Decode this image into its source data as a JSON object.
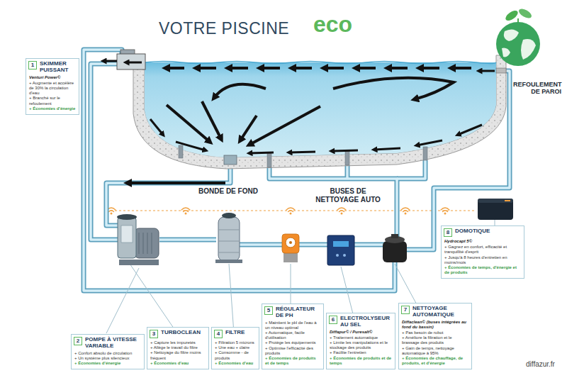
{
  "diagram": {
    "title": "VOTRE PISCINE",
    "nodes": [
      {
        "text": [
          "SKIMMER PUISSANT",
          "Venturi Power©",
          "+ Augmente et accélère de 30% la circulation d'eau",
          "+ Branché sur le refoulement",
          "+ Économies d'énergie"
        ]
      },
      {
        "text": [
          "1"
        ],
        "in": 0
      },
      {
        "text": [
          "DOMOTIQUE",
          "Hydrocapt 5©",
          "+ Gagnez en confort, efficacité et tranquillité d'esprit",
          "+ Jusqu'à 8 heures d'entretien en moins/mois",
          "+ Économies de temps, d'énergie et de produits"
        ]
      },
      {
        "text": [
          "8"
        ],
        "in": 2
      },
      {
        "text": [
          "POMPE À VITESSE VARIABLE",
          "+ Confort absolu de circulation",
          "+ Un système plus silencieux",
          "+ Économies d'énergie"
        ]
      },
      {
        "text": [
          "2"
        ],
        "in": 4
      },
      {
        "text": [
          "TURBOCLEAN",
          "+ Capture les impuretés",
          "+ Allège le travail du filtre",
          "+ Nettoyage du filtre moins fréquent",
          "+ Économies d'eau"
        ]
      },
      {
        "text": [
          "3"
        ],
        "in": 6
      },
      {
        "text": [
          "FILTRE",
          "+ Filtration 5 microns",
          "+ Une eau + claire",
          "+ Consomme - de produits",
          "+ Économies d'eau"
        ]
      },
      {
        "text": [
          "4"
        ],
        "in": 8
      },
      {
        "text": [
          "RÉGULATEUR DE PH",
          "+ Maintient le pH de l'eau à un niveau optimal",
          "+ Automatique, facile d'utilisation",
          "+ Protège les équipements",
          "+ Optimise l'efficacité des produits",
          "+ Économies de produits et de temps"
        ]
      },
      {
        "text": [
          "5"
        ],
        "in": 10
      },
      {
        "text": [
          "ELECTROLYSEUR AU SEL",
          "Diffapur© / Puresalt©",
          "+ Traitement automatique",
          "+ Limite les manipulations et le stockage des produits",
          "+ Facilite l'entretien",
          "+ Économies de produits et de temps"
        ]
      },
      {
        "text": [
          "6"
        ],
        "in": 12
      },
      {
        "text": [
          "NETTOYAGE AUTOMATIQUE",
          "Diffaclean© (buses intégrées au fond du bassin)",
          "+ Pas besoin de robot",
          "+ Améliore la filtration et le brassage des produits",
          "+ Gain de temps, nettoyage automatique à 95%",
          "+ Économies de chauffage, de produits, et d'énergie"
        ]
      },
      {
        "text": [
          "7"
        ],
        "in": 14
      }
    ],
    "labels": [
      "eco",
      "REFOULEMENT DE PAROI",
      "BONDE DE FOND",
      "BUSES DE NETTOYAGE AUTO",
      "diffazur.fr"
    ]
  }
}
